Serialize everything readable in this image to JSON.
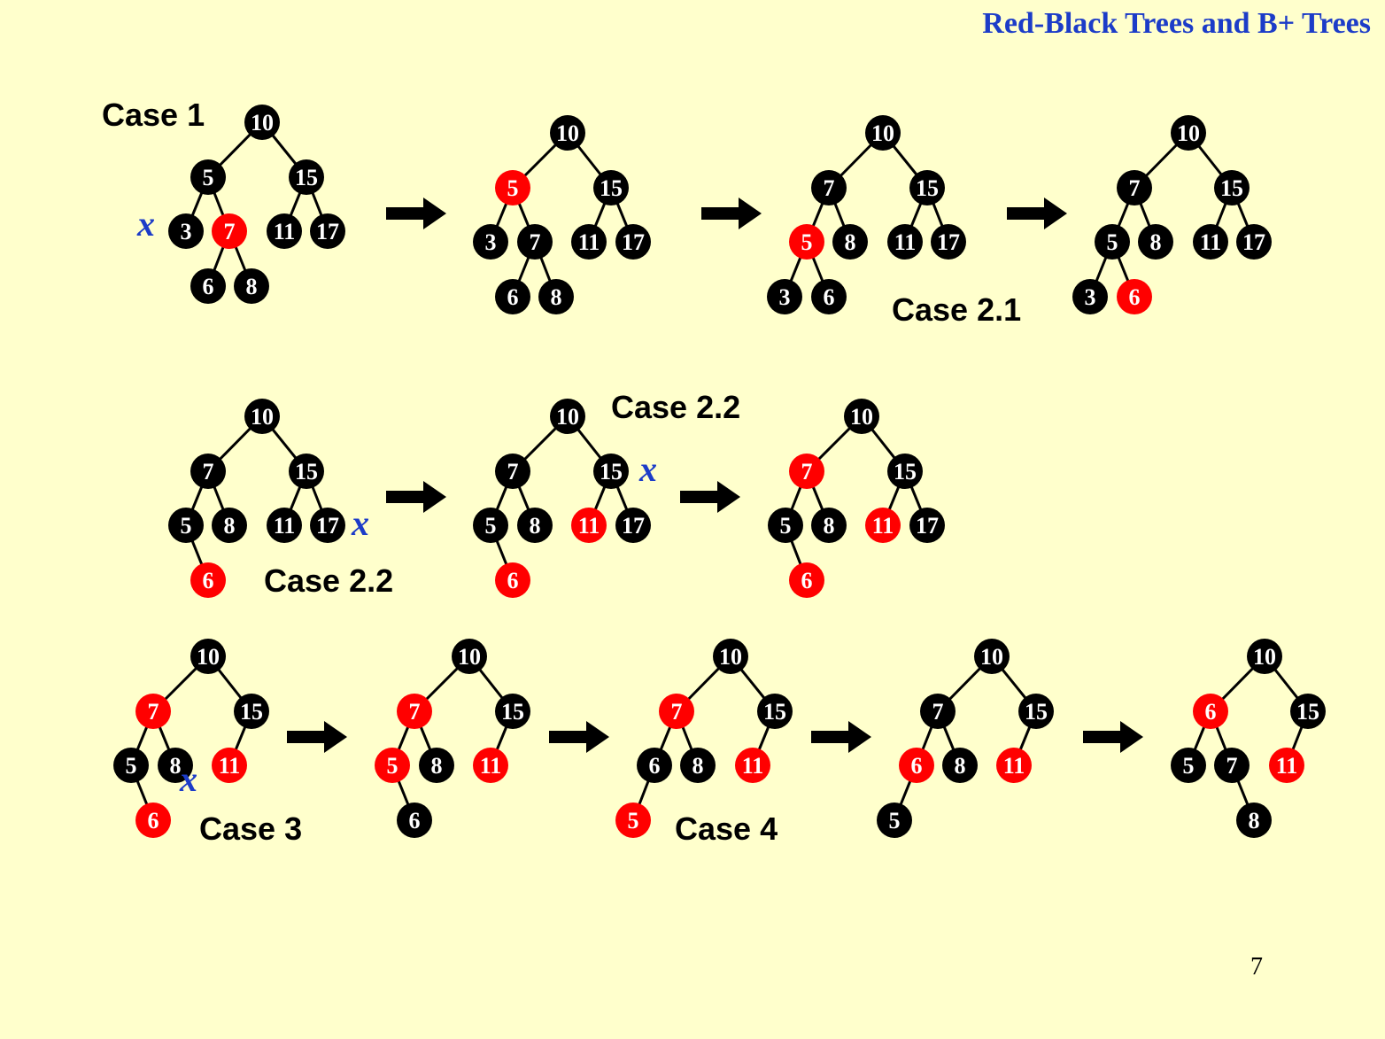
{
  "title": "Red-Black Trees and B+ Trees",
  "page_number": "7",
  "colors": {
    "black_node": "#000000",
    "red_node": "#FF0000",
    "x_marker": "#1C3CC8",
    "background": "#FFFFCC"
  },
  "rows": [
    {
      "trees": [
        {
          "label": "Case 1",
          "x_on": "3",
          "nodes": [
            {
              "key": "10",
              "color": "black",
              "children": [
                "5",
                "15"
              ]
            },
            {
              "key": "5",
              "color": "black",
              "children": [
                "3",
                "7"
              ]
            },
            {
              "key": "15",
              "color": "black",
              "children": [
                "11",
                "17"
              ]
            },
            {
              "key": "3",
              "color": "black",
              "children": []
            },
            {
              "key": "7",
              "color": "red",
              "children": [
                "6",
                "8"
              ]
            },
            {
              "key": "11",
              "color": "black",
              "children": []
            },
            {
              "key": "17",
              "color": "black",
              "children": []
            },
            {
              "key": "6",
              "color": "black",
              "children": []
            },
            {
              "key": "8",
              "color": "black",
              "children": []
            }
          ]
        },
        {
          "nodes": [
            {
              "key": "10",
              "color": "black",
              "children": [
                "5",
                "15"
              ]
            },
            {
              "key": "5",
              "color": "red",
              "children": [
                "3",
                "7"
              ]
            },
            {
              "key": "15",
              "color": "black",
              "children": [
                "11",
                "17"
              ]
            },
            {
              "key": "3",
              "color": "black",
              "children": []
            },
            {
              "key": "7",
              "color": "black",
              "children": [
                "6",
                "8"
              ]
            },
            {
              "key": "11",
              "color": "black",
              "children": []
            },
            {
              "key": "17",
              "color": "black",
              "children": []
            },
            {
              "key": "6",
              "color": "black",
              "children": []
            },
            {
              "key": "8",
              "color": "black",
              "children": []
            }
          ]
        },
        {
          "label": "Case 2.1",
          "nodes": [
            {
              "key": "10",
              "color": "black",
              "children": [
                "7",
                "15"
              ]
            },
            {
              "key": "7",
              "color": "black",
              "children": [
                "5",
                "8"
              ]
            },
            {
              "key": "15",
              "color": "black",
              "children": [
                "11",
                "17"
              ]
            },
            {
              "key": "5",
              "color": "red",
              "children": [
                "3",
                "6"
              ]
            },
            {
              "key": "8",
              "color": "black",
              "children": []
            },
            {
              "key": "11",
              "color": "black",
              "children": []
            },
            {
              "key": "17",
              "color": "black",
              "children": []
            },
            {
              "key": "3",
              "color": "black",
              "children": []
            },
            {
              "key": "6",
              "color": "black",
              "children": []
            }
          ]
        },
        {
          "nodes": [
            {
              "key": "10",
              "color": "black",
              "children": [
                "7",
                "15"
              ]
            },
            {
              "key": "7",
              "color": "black",
              "children": [
                "5",
                "8"
              ]
            },
            {
              "key": "15",
              "color": "black",
              "children": [
                "11",
                "17"
              ]
            },
            {
              "key": "5",
              "color": "black",
              "children": [
                "3",
                "6"
              ]
            },
            {
              "key": "8",
              "color": "black",
              "children": []
            },
            {
              "key": "11",
              "color": "black",
              "children": []
            },
            {
              "key": "17",
              "color": "black",
              "children": []
            },
            {
              "key": "3",
              "color": "black",
              "children": []
            },
            {
              "key": "6",
              "color": "red",
              "children": []
            }
          ]
        }
      ]
    },
    {
      "trees": [
        {
          "label": "Case 2.2",
          "x_on": "17",
          "nodes": [
            {
              "key": "10",
              "color": "black",
              "children": [
                "7",
                "15"
              ]
            },
            {
              "key": "7",
              "color": "black",
              "children": [
                "5",
                "8"
              ]
            },
            {
              "key": "15",
              "color": "black",
              "children": [
                "11",
                "17"
              ]
            },
            {
              "key": "5",
              "color": "black",
              "children": [
                "6"
              ]
            },
            {
              "key": "8",
              "color": "black",
              "children": []
            },
            {
              "key": "11",
              "color": "black",
              "children": []
            },
            {
              "key": "17",
              "color": "black",
              "children": []
            },
            {
              "key": "6",
              "color": "red",
              "children": []
            }
          ]
        },
        {
          "label": "Case 2.2",
          "x_on": "15",
          "nodes": [
            {
              "key": "10",
              "color": "black",
              "children": [
                "7",
                "15"
              ]
            },
            {
              "key": "7",
              "color": "black",
              "children": [
                "5",
                "8"
              ]
            },
            {
              "key": "15",
              "color": "black",
              "children": [
                "11",
                "17"
              ]
            },
            {
              "key": "5",
              "color": "black",
              "children": [
                "6"
              ]
            },
            {
              "key": "8",
              "color": "black",
              "children": []
            },
            {
              "key": "11",
              "color": "red",
              "children": []
            },
            {
              "key": "17",
              "color": "black",
              "children": []
            },
            {
              "key": "6",
              "color": "red",
              "children": []
            }
          ]
        },
        {
          "nodes": [
            {
              "key": "10",
              "color": "black",
              "children": [
                "7",
                "15"
              ]
            },
            {
              "key": "7",
              "color": "red",
              "children": [
                "5",
                "8"
              ]
            },
            {
              "key": "15",
              "color": "black",
              "children": [
                "11",
                "17"
              ]
            },
            {
              "key": "5",
              "color": "black",
              "children": [
                "6"
              ]
            },
            {
              "key": "8",
              "color": "black",
              "children": []
            },
            {
              "key": "11",
              "color": "red",
              "children": []
            },
            {
              "key": "17",
              "color": "black",
              "children": []
            },
            {
              "key": "6",
              "color": "red",
              "children": []
            }
          ]
        }
      ]
    },
    {
      "trees": [
        {
          "label": "Case 3",
          "x_on": "8",
          "nodes": [
            {
              "key": "10",
              "color": "black",
              "children": [
                "7",
                "15"
              ]
            },
            {
              "key": "7",
              "color": "red",
              "children": [
                "5",
                "8"
              ]
            },
            {
              "key": "15",
              "color": "black",
              "children": [
                "11"
              ]
            },
            {
              "key": "5",
              "color": "black",
              "children": [
                "6"
              ]
            },
            {
              "key": "8",
              "color": "black",
              "children": []
            },
            {
              "key": "11",
              "color": "red",
              "children": []
            },
            {
              "key": "6",
              "color": "red",
              "children": []
            }
          ]
        },
        {
          "nodes": [
            {
              "key": "10",
              "color": "black",
              "children": [
                "7",
                "15"
              ]
            },
            {
              "key": "7",
              "color": "red",
              "children": [
                "5",
                "8"
              ]
            },
            {
              "key": "15",
              "color": "black",
              "children": [
                "11"
              ]
            },
            {
              "key": "5",
              "color": "red",
              "children": [
                "6"
              ]
            },
            {
              "key": "8",
              "color": "black",
              "children": []
            },
            {
              "key": "11",
              "color": "red",
              "children": []
            },
            {
              "key": "6",
              "color": "black",
              "children": []
            }
          ]
        },
        {
          "label": "Case 4",
          "nodes": [
            {
              "key": "10",
              "color": "black",
              "children": [
                "7",
                "15"
              ]
            },
            {
              "key": "7",
              "color": "red",
              "children": [
                "6",
                "8"
              ]
            },
            {
              "key": "15",
              "color": "black",
              "children": [
                "11"
              ]
            },
            {
              "key": "6",
              "color": "black",
              "children": [
                "5"
              ]
            },
            {
              "key": "8",
              "color": "black",
              "children": []
            },
            {
              "key": "11",
              "color": "red",
              "children": []
            },
            {
              "key": "5",
              "color": "red",
              "children": []
            }
          ]
        },
        {
          "nodes": [
            {
              "key": "10",
              "color": "black",
              "children": [
                "7",
                "15"
              ]
            },
            {
              "key": "7",
              "color": "black",
              "children": [
                "6",
                "8"
              ]
            },
            {
              "key": "15",
              "color": "black",
              "children": [
                "11"
              ]
            },
            {
              "key": "6",
              "color": "red",
              "children": [
                "5"
              ]
            },
            {
              "key": "8",
              "color": "black",
              "children": []
            },
            {
              "key": "11",
              "color": "red",
              "children": []
            },
            {
              "key": "5",
              "color": "black",
              "children": []
            }
          ]
        },
        {
          "nodes": [
            {
              "key": "10",
              "color": "black",
              "children": [
                "6",
                "15"
              ]
            },
            {
              "key": "6",
              "color": "red",
              "children": [
                "5",
                "7"
              ]
            },
            {
              "key": "15",
              "color": "black",
              "children": [
                "11"
              ]
            },
            {
              "key": "5",
              "color": "black",
              "children": []
            },
            {
              "key": "7",
              "color": "black",
              "children": [
                "8"
              ]
            },
            {
              "key": "11",
              "color": "red",
              "children": []
            },
            {
              "key": "8",
              "color": "black",
              "children": []
            }
          ]
        }
      ]
    }
  ]
}
